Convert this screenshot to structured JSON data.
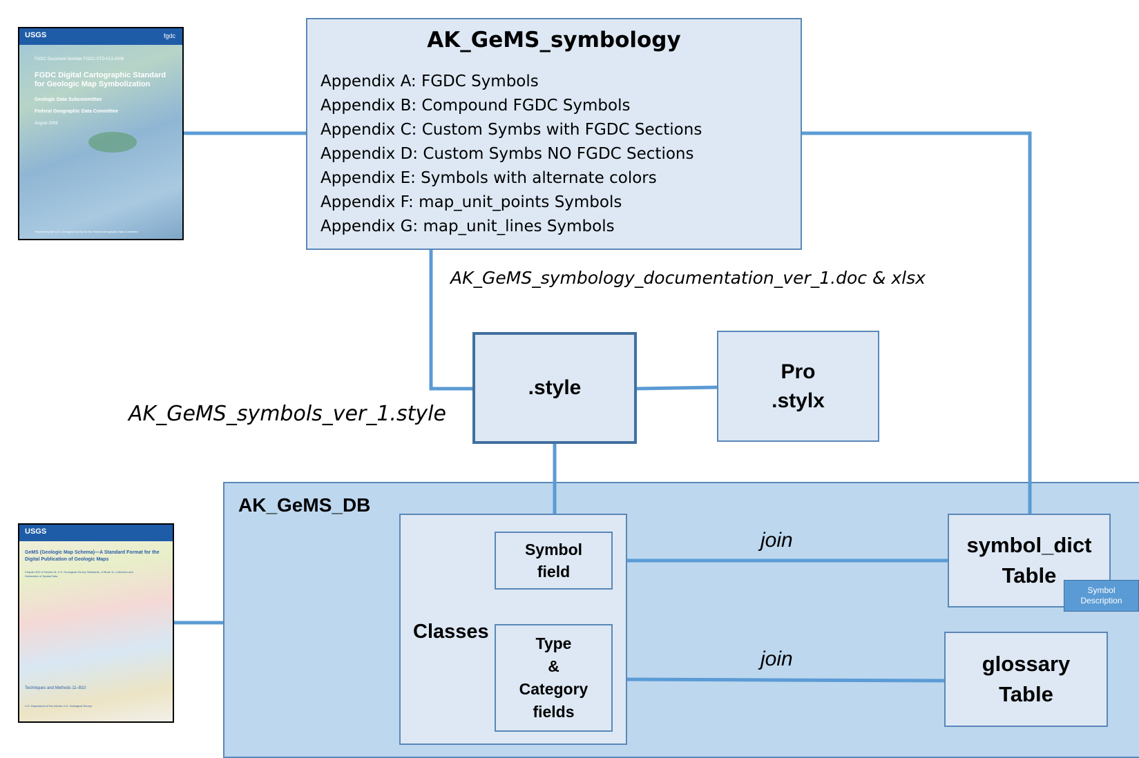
{
  "symbology": {
    "title": "AK_GeMS_symbology",
    "appendices": [
      "Appendix A: FGDC Symbols",
      "Appendix B: Compound FGDC Symbols",
      "Appendix C: Custom Symbs with FGDC Sections",
      "Appendix D: Custom Symbs NO FGDC Sections",
      "Appendix E: Symbols with alternate colors",
      "Appendix F: map_unit_points Symbols",
      "Appendix G: map_unit_lines Symbols"
    ],
    "doc_label": "AK_GeMS_symbology_documentation_ver_1.doc & xlsx"
  },
  "style": {
    "label": ".style",
    "file_label": "AK_GeMS_symbols_ver_1.style"
  },
  "pro": {
    "line1": "Pro",
    "line2": ".stylx"
  },
  "db": {
    "label": "AK_GeMS_DB",
    "classes": "Classes",
    "symbol_field": {
      "line1": "Symbol",
      "line2": "field"
    },
    "type_field": {
      "line1": "Type",
      "line2": "&",
      "line3": "Category",
      "line4": "fields"
    },
    "join1": "join",
    "join2": "join",
    "symbol_dict": {
      "line1": "symbol_dict",
      "line2": "Table"
    },
    "symbol_desc": {
      "line1": "Symbol",
      "line2": "Description"
    },
    "glossary": {
      "line1": "glossary",
      "line2": "Table"
    }
  },
  "covers": {
    "fgdc": {
      "logo": "USGS",
      "logo2": "fgdc",
      "doc_number": "FGDC Document Number FGDC-STD-013-2006",
      "title": "FGDC Digital Cartographic Standard for Geologic Map Symbolization",
      "subcommittee": "Geologic Data Subcommittee",
      "committee": "Federal Geographic Data Committee",
      "date": "August 2006",
      "footer": "Prepared by the U.S. Geological Survey for the Federal Geographic Data Committee"
    },
    "gems": {
      "logo": "USGS",
      "title": "GeMS (Geologic Map Schema)—A Standard Format for the Digital Publication of Geologic Maps",
      "chapter": "Chapter B10 of Section B, U.S. Geological Survey Standards, of Book 11, Collection and Delineation of Spatial Data",
      "series": "Techniques and Methods 11–B10",
      "dept": "U.S. Department of the Interior U.S. Geological Survey"
    }
  }
}
